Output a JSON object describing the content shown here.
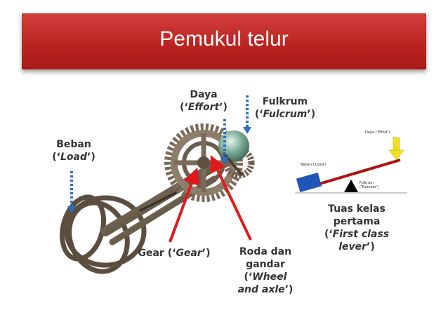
{
  "slide": {
    "title": "Pemukul telur"
  },
  "labels": {
    "daya": {
      "line1": "Daya",
      "line2_pre": "(‘",
      "line2_it": "Effort",
      "line2_post": "’)"
    },
    "fulkrum": {
      "line1": "Fulkrum",
      "line2_pre": "(‘",
      "line2_it": "Fulcrum",
      "line2_post": "’)"
    },
    "beban": {
      "line1": "Beban",
      "line2_pre": "(‘",
      "line2_it": "Load",
      "line2_post": "’)"
    },
    "gear": {
      "pre": "Gear (‘",
      "it": "Gear",
      "post": "’)"
    },
    "roda": {
      "line1": "Roda dan",
      "line2_pre": "gandar (‘",
      "line2_it": "Wheel",
      "line3_it": "and axle",
      "line3_post": "’)"
    },
    "tuas": {
      "line1": "Tuas kelas",
      "line2": "pertama",
      "line3_pre": "(‘",
      "line3_it": "First class",
      "line4_it": "lever",
      "line4_post": "’)"
    }
  },
  "lever_diagram": {
    "effort_label": "Daya (‘Effort’)",
    "load_label": "Beban (‘Load’)",
    "fulcrum_label1": "Fulkrum",
    "fulcrum_label2": "(‘Fulcrum’)"
  },
  "colors": {
    "title_bar": "#c0302c",
    "arrow_red": "#e01a1a",
    "arrow_blue": "#2a6fc0",
    "load_box": "#1f56b8",
    "lever": "#b01010",
    "effort_arrow": "#f2e020"
  }
}
